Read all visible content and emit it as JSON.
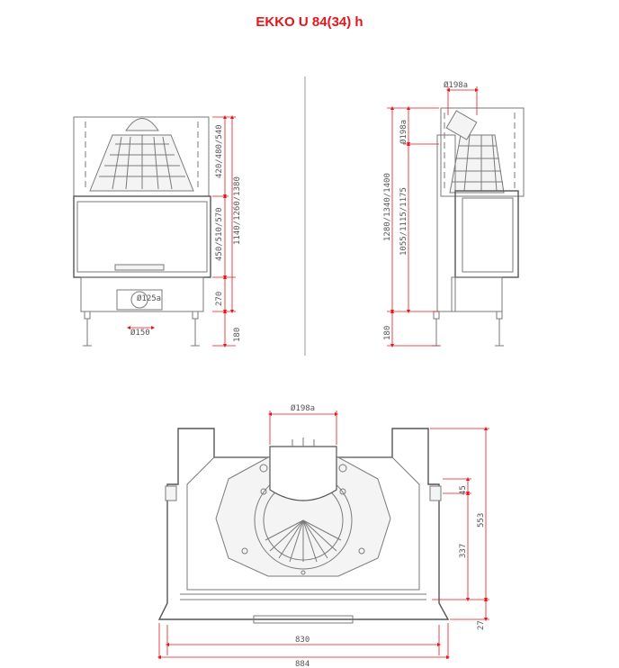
{
  "title": "EKKO U 84(34) h",
  "front_view": {
    "dim_top": "420/480/540",
    "dim_total": "1140/1260/1380",
    "dim_glass": "450/510/570",
    "dim_base": "270",
    "dim_feet": "180",
    "dim_flue_air": "Ø125a",
    "dim_air": "Ø150"
  },
  "side_view": {
    "dim_flue_top": "Ø198a",
    "dim_flue_side": "Ø198a",
    "dim_total": "1280/1340/1400",
    "dim_inner": "1055/1115/1175",
    "dim_feet": "180"
  },
  "plan_view": {
    "dim_flue": "Ø198a",
    "dim_45": "45",
    "dim_553": "553",
    "dim_337": "337",
    "dim_27": "27",
    "dim_830": "830",
    "dim_884": "884"
  }
}
